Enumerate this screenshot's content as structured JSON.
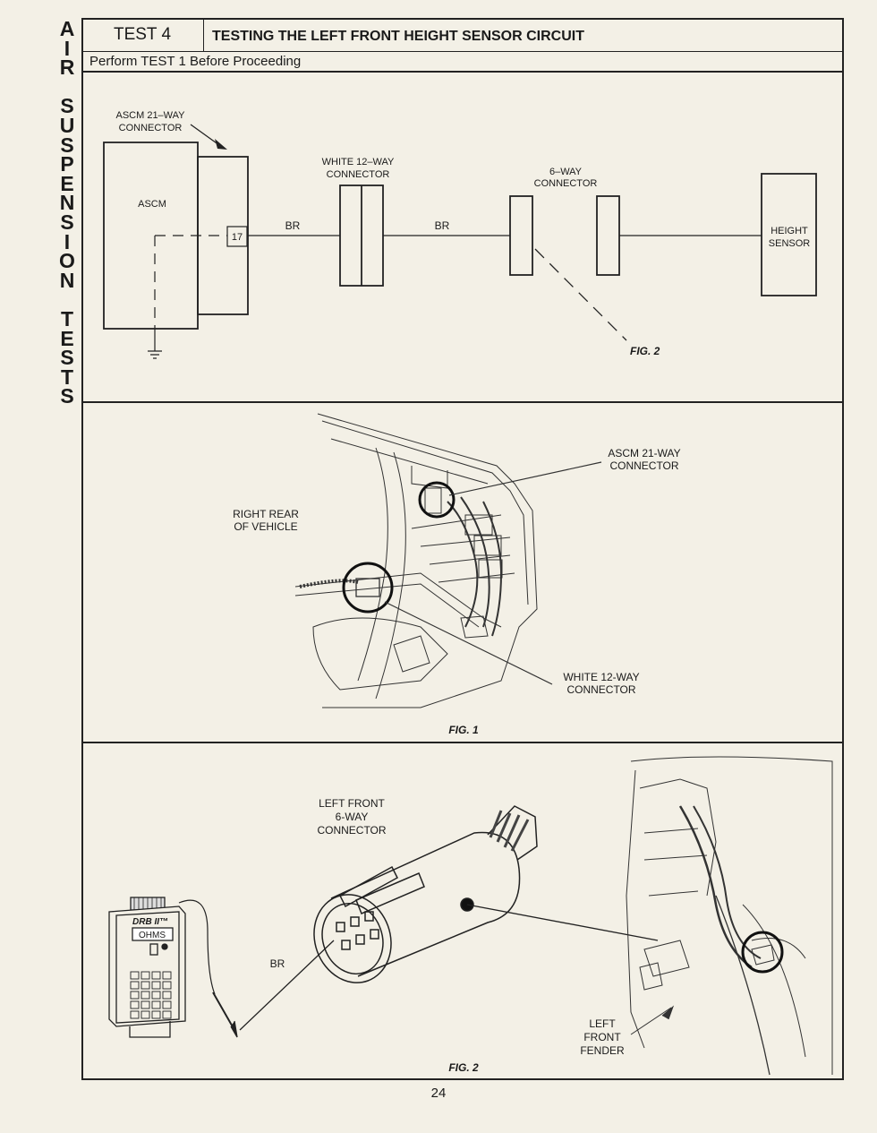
{
  "side_title": [
    "A",
    "I",
    "R",
    "",
    "S",
    "U",
    "S",
    "P",
    "E",
    "N",
    "S",
    "I",
    "O",
    "N",
    "",
    "T",
    "E",
    "S",
    "T",
    "S"
  ],
  "header": {
    "test": "TEST 4",
    "title": "TESTING THE LEFT FRONT HEIGHT SENSOR CIRCUIT",
    "subtitle": "Perform TEST 1 Before Proceeding"
  },
  "schematic": {
    "ascm_connector_line1": "ASCM 21–WAY",
    "ascm_connector_line2": "CONNECTOR",
    "ascm": "ASCM",
    "pin": "17",
    "wire1": "BR",
    "white_line1": "WHITE 12–WAY",
    "white_line2": "CONNECTOR",
    "wire2": "BR",
    "six_line1": "6–WAY",
    "six_line2": "CONNECTOR",
    "sensor_line1": "HEIGHT",
    "sensor_line2": "SENSOR",
    "fig_ref": "FIG. 2"
  },
  "fig1": {
    "ascm_line1": "ASCM 21-WAY",
    "ascm_line2": "CONNECTOR",
    "rear_line1": "RIGHT REAR",
    "rear_line2": "OF VEHICLE",
    "white_line1": "WHITE 12-WAY",
    "white_line2": "CONNECTOR",
    "caption": "FIG. 1"
  },
  "fig2": {
    "lf_line1": "LEFT FRONT",
    "lf_line2": "6-WAY",
    "lf_line3": "CONNECTOR",
    "drb": "DRB II™",
    "ohms": "OHMS",
    "wire": "BR",
    "fender_line1": "LEFT",
    "fender_line2": "FRONT",
    "fender_line3": "FENDER",
    "caption": "FIG. 2"
  },
  "page_number": "24"
}
